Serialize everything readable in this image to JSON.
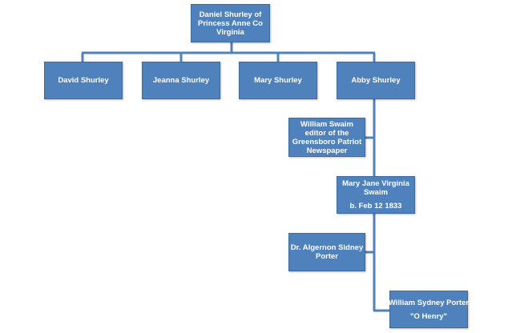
{
  "colors": {
    "box_fill": "#4f81bd",
    "box_border": "#3d6a9f",
    "connector": "#4f81bd",
    "text": "#ffffff"
  },
  "nodes": {
    "daniel": [
      "Daniel Shurley of",
      "Princess Anne Co",
      "Virginia"
    ],
    "david": [
      "David Shurley"
    ],
    "jeanna": [
      "Jeanna Shurley"
    ],
    "mary": [
      "Mary Shurley"
    ],
    "abby": [
      "Abby Shurley"
    ],
    "william_swaim": [
      "William Swaim",
      "editor of the",
      "Greensboro Patriot",
      "Newspaper"
    ],
    "mary_jane": [
      "Mary Jane Virginia",
      "Swaim",
      "b.  Feb 12 1833"
    ],
    "algernon": [
      "Dr. Algernon Sidney",
      "Porter"
    ],
    "william_porter": [
      "William Sydney Porter",
      "\"O Henry\""
    ]
  }
}
